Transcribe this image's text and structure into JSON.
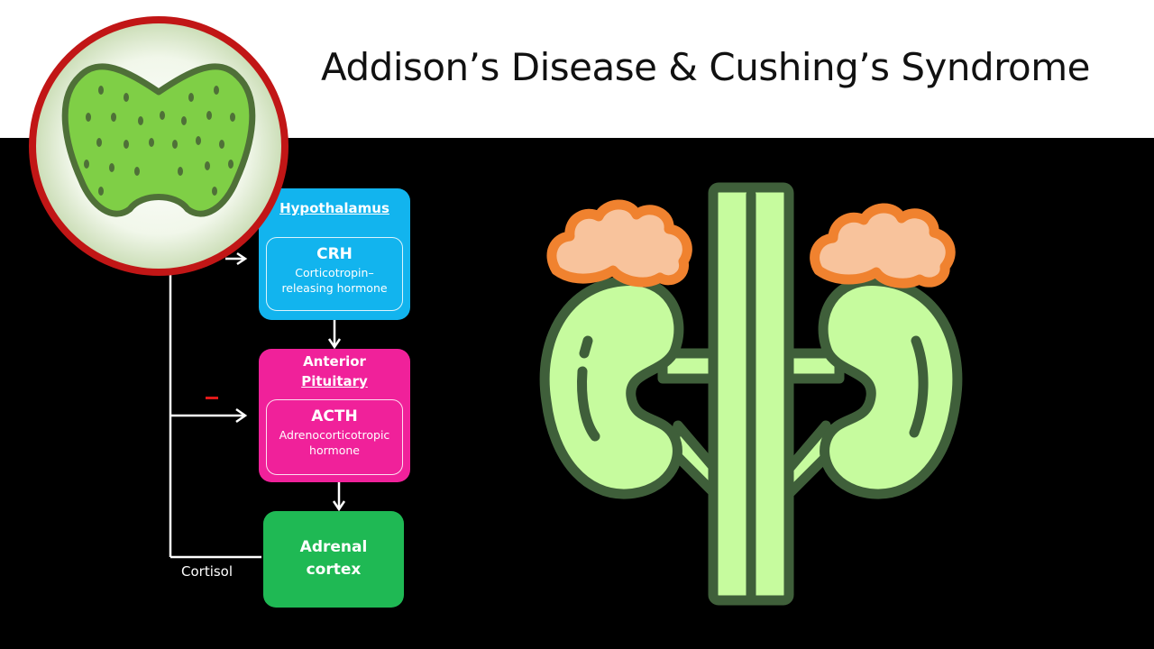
{
  "header": {
    "title": "Addison’s Disease & Cushing’s Syndrome"
  },
  "flowchart": {
    "hypothalamus": {
      "title": "Hypothalamus",
      "hormone": "CRH",
      "hormone_line1": "Corticotropin–",
      "hormone_line2": "releasing hormone"
    },
    "pituitary": {
      "title_line1": "Anterior",
      "title_line2": "Pituitary",
      "hormone": "ACTH",
      "hormone_line1": "Adrenocorticotropic",
      "hormone_line2": "hormone"
    },
    "adrenal": {
      "line1": "Adrenal",
      "line2": "cortex"
    },
    "feedback_label": "Cortisol",
    "feedback_sign": "–"
  },
  "colors": {
    "hypothalamus_box": "#12b4ee",
    "pituitary_box": "#f0219a",
    "adrenal_box": "#1fb954",
    "kidney_fill": "#c6fb9e",
    "adrenal_gland": "#f8c39c",
    "icon_outline": "#3f5f3a"
  },
  "icons": {
    "thyroid": "thyroid-gland-icon",
    "kidneys": "kidneys-adrenal-icon"
  }
}
